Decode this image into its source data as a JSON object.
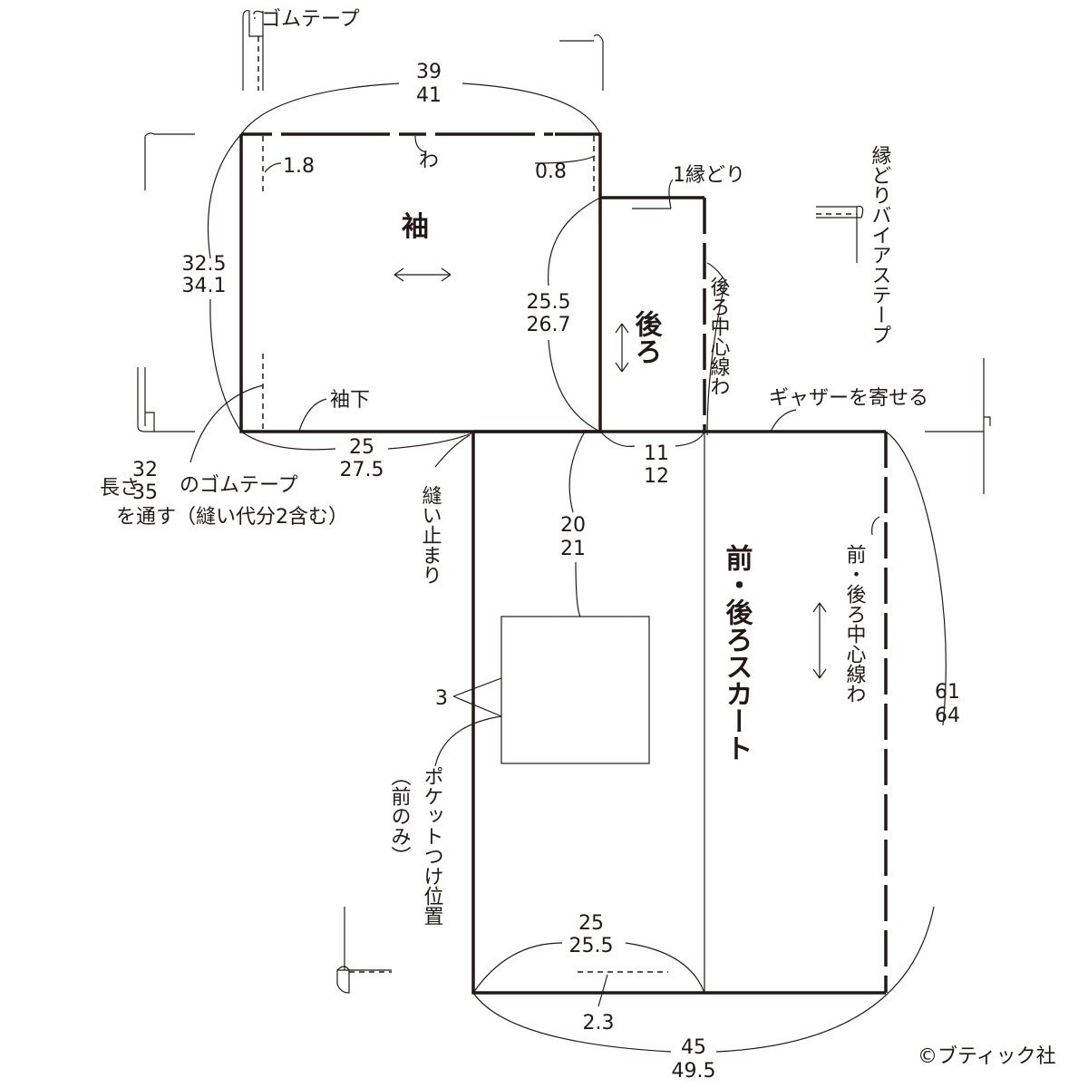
{
  "labels": {
    "gom_tape_top": "ゴムテープ",
    "sleeve_width": [
      "39",
      "41"
    ],
    "fold": "わ",
    "sleeve_margin_left": "1.8",
    "sleeve_margin_right": "0.8",
    "sleeve": "袖",
    "sleeve_height": [
      "32.5",
      "34.1"
    ],
    "underarm": "袖下",
    "sleeve_bottom": [
      "25",
      "27.5"
    ],
    "elastic_note_1a": "長さ",
    "elastic_len": [
      "32",
      "35"
    ],
    "elastic_note_1b": "のゴムテープ",
    "elastic_note_2": "を通す（縫い代分2含む）",
    "binding": "1縁どり",
    "bias_tape": "縁どりバイアステープ",
    "back_armhole": [
      "25.5",
      "26.7"
    ],
    "back": "後ろ",
    "back_cf": "後ろ中心線わ",
    "gather": "ギャザーを寄せる",
    "back_width": [
      "11",
      "12"
    ],
    "stop_stitch": "縫い止まり",
    "pocket_pos": [
      "20",
      "21"
    ],
    "pocket_margin": "3",
    "pocket_label": "ポケットつけ位置",
    "front_only": "（前のみ）",
    "skirt": "前・後ろスカート",
    "skirt_cf": "前・後ろ中心線わ",
    "skirt_length": [
      "61",
      "64"
    ],
    "hem_width": [
      "25",
      "25.5"
    ],
    "hem_allow": "2.3",
    "skirt_width": [
      "45",
      "49.5"
    ],
    "copyright": "©ブティック社"
  }
}
